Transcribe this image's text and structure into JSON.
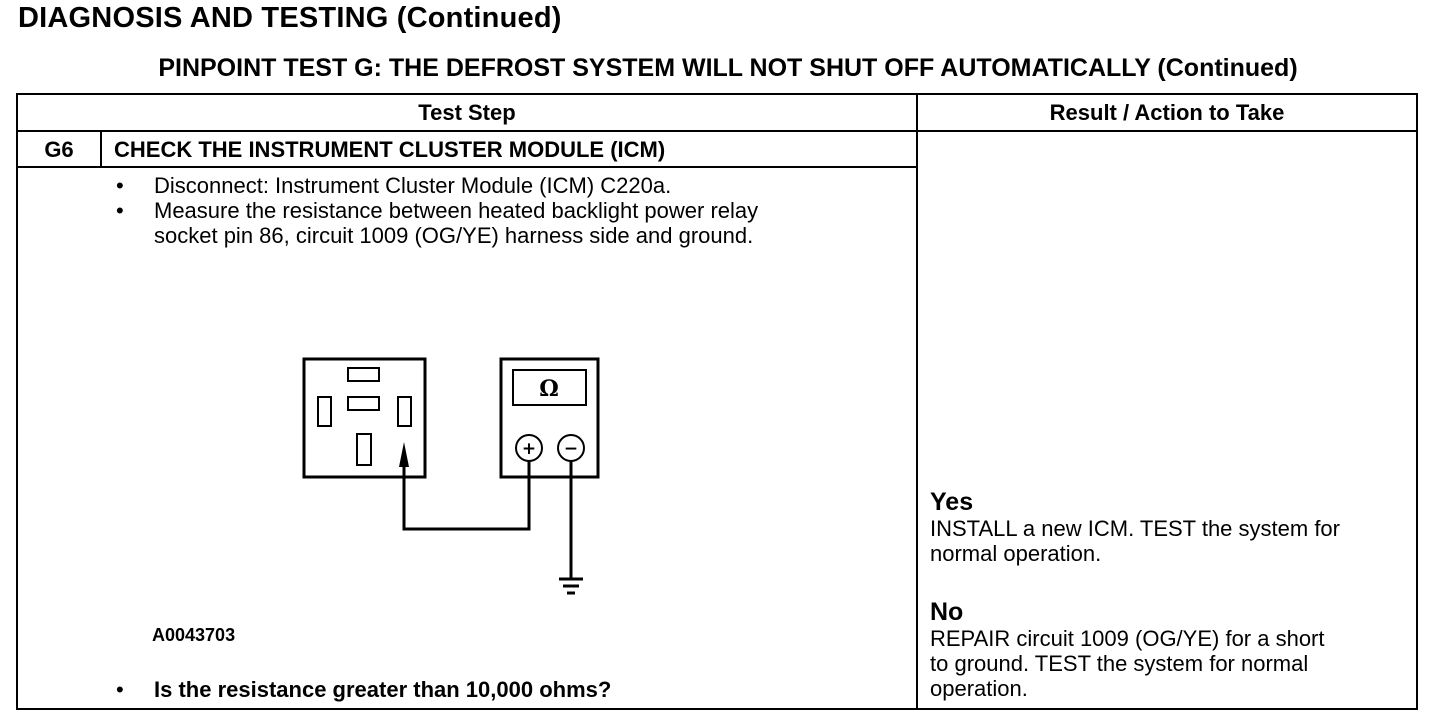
{
  "header": {
    "title": "DIAGNOSIS AND TESTING (Continued)",
    "subtitle": "PINPOINT TEST  G: THE DEFROST SYSTEM WILL NOT SHUT OFF AUTOMATICALLY (Continued)"
  },
  "table": {
    "col_test_step": "Test Step",
    "col_result": "Result / Action to Take",
    "step": {
      "id": "G6",
      "title": "CHECK THE INSTRUMENT CLUSTER MODULE (ICM)",
      "instructions": [
        "Disconnect: Instrument Cluster Module (ICM) C220a.",
        "Measure the resistance between heated backlight power relay",
        "socket pin 86, circuit 1009 (OG/YE) harness side and ground."
      ],
      "bullet_symbol": "•",
      "figure": {
        "id": "A0043703",
        "meter_symbol": "Ω",
        "plus_symbol": "+",
        "minus_symbol": "−"
      },
      "question": "Is the resistance greater than 10,000 ohms?"
    },
    "results": {
      "yes_label": "Yes",
      "yes_lines": [
        "INSTALL a new ICM. TEST the system for",
        "normal operation."
      ],
      "no_label": "No",
      "no_lines": [
        "REPAIR circuit 1009 (OG/YE) for a short",
        "to ground. TEST the system for normal",
        "operation."
      ]
    }
  }
}
